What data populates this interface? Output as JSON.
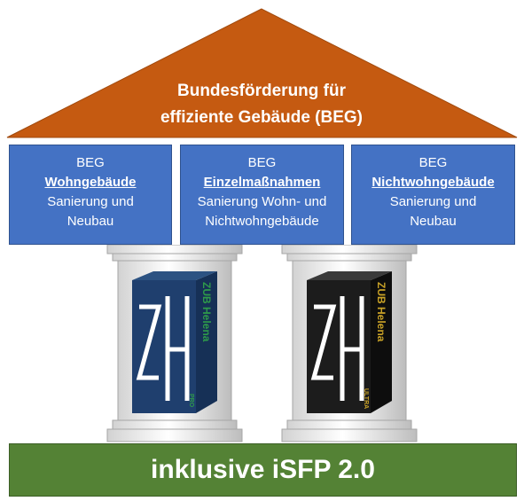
{
  "roof": {
    "title_line1": "Bundesförderung für",
    "title_line2": "effiziente Gebäude (BEG)",
    "color": "#c55a11"
  },
  "beams": [
    {
      "prefix": "BEG",
      "title": "Wohngebäude",
      "line1": "Sanierung und",
      "line2": "Neubau"
    },
    {
      "prefix": "BEG",
      "title": "Einzelmaßnahmen",
      "line1": "Sanierung Wohn- und",
      "line2": "Nichtwohngebäude"
    },
    {
      "prefix": "BEG",
      "title": "Nichtwohngebäude",
      "line1": "Sanierung und",
      "line2": "Neubau"
    }
  ],
  "pillars": [
    {
      "logo": "ZH",
      "brand": "ZUB Helena",
      "edition": "PRO",
      "box_color": "#1f3f6e",
      "accent": "#2e9a4a"
    },
    {
      "logo": "ZH",
      "brand": "ZUB Helena",
      "edition": "ULTRA",
      "box_color": "#1c1c1c",
      "accent": "#c9a227"
    }
  ],
  "base": {
    "label": "inklusive iSFP 2.0",
    "color": "#548235"
  },
  "beam_color": "#4472c4"
}
